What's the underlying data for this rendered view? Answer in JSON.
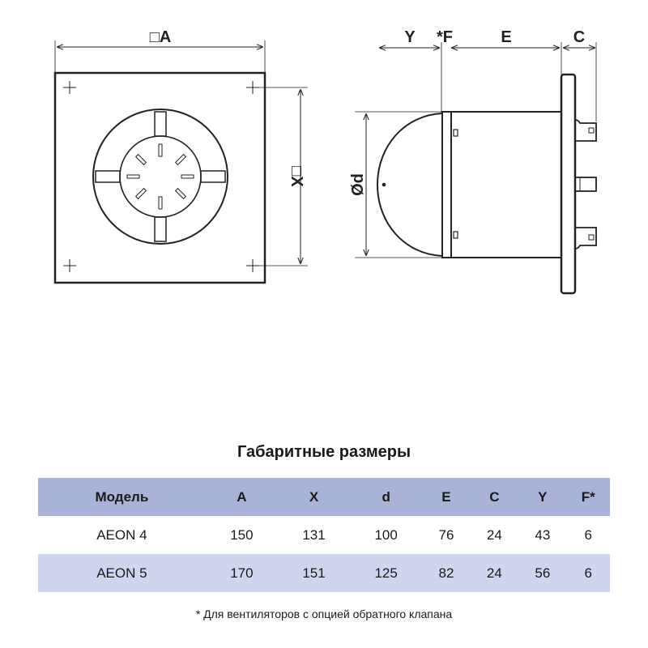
{
  "drawing": {
    "front_view": {
      "width_label": "□A",
      "mount_label": "□X"
    },
    "side_view": {
      "diameter_label": "Ød",
      "labels": [
        "Y",
        "*F",
        "E",
        "C"
      ]
    }
  },
  "table": {
    "title": "Габаритные размеры",
    "headers": [
      "Модель",
      "A",
      "X",
      "d",
      "E",
      "C",
      "Y",
      "F*"
    ],
    "rows": [
      [
        "AEON 4",
        "150",
        "131",
        "100",
        "76",
        "24",
        "43",
        "6"
      ],
      [
        "AEON 5",
        "170",
        "151",
        "125",
        "82",
        "24",
        "56",
        "6"
      ]
    ],
    "footnote": "* Для вентиляторов с опцией обратного клапана"
  },
  "colors": {
    "header_bg": "#a9b3d8",
    "alt_row_bg": "#cfd5ec"
  }
}
